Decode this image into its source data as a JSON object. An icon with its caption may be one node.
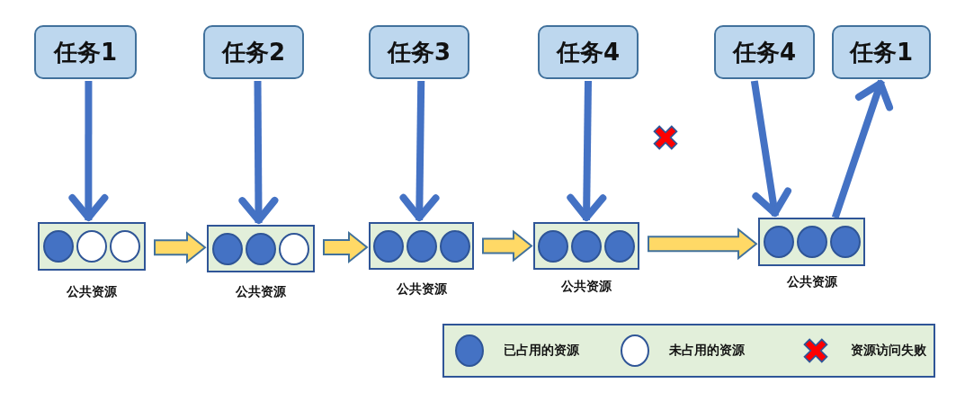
{
  "diagram": {
    "nodes": [
      {
        "text": [
          "任务1"
        ]
      },
      {
        "text": [
          "任务2"
        ]
      },
      {
        "text": [
          "任务3"
        ]
      },
      {
        "text": [
          "任务4"
        ]
      },
      {
        "text": [
          "任务4"
        ]
      },
      {
        "text": [
          "任务1"
        ]
      },
      {
        "text": [],
        "shape": "box",
        "beside": [
          "公共资源"
        ]
      },
      {
        "text": [],
        "shape": "box",
        "beside": [
          "公共资源"
        ]
      },
      {
        "text": [],
        "shape": "box",
        "beside": [
          "公共资源"
        ]
      },
      {
        "text": [],
        "shape": "box",
        "beside": [
          "公共资源"
        ]
      },
      {
        "text": [],
        "shape": "box",
        "beside": [
          "公共资源"
        ]
      }
    ],
    "edges": [
      {
        "from": 0,
        "to": 6,
        "arrow": "to"
      },
      {
        "from": 1,
        "to": 7,
        "arrow": "to"
      },
      {
        "from": 2,
        "to": 8,
        "arrow": "to"
      },
      {
        "from": 3,
        "to": 9,
        "arrow": "to"
      },
      {
        "from": 4,
        "to": 10,
        "arrow": "to"
      },
      {
        "from": 10,
        "to": 5,
        "arrow": "to"
      },
      {
        "from": 6,
        "to": 7,
        "arrow": "to",
        "style": "thick",
        "color": "#ffd966"
      },
      {
        "from": 7,
        "to": 8,
        "arrow": "to",
        "style": "thick",
        "color": "#ffd966"
      },
      {
        "from": 8,
        "to": 9,
        "arrow": "to",
        "style": "thick",
        "color": "#ffd966"
      },
      {
        "from": 9,
        "to": 10,
        "arrow": "to",
        "style": "thick",
        "color": "#ffd966"
      }
    ],
    "legend": [
      {
        "text": "已占用的资源"
      },
      {
        "text": "未占用的资源"
      },
      {
        "text": "资源访问失败"
      }
    ]
  }
}
